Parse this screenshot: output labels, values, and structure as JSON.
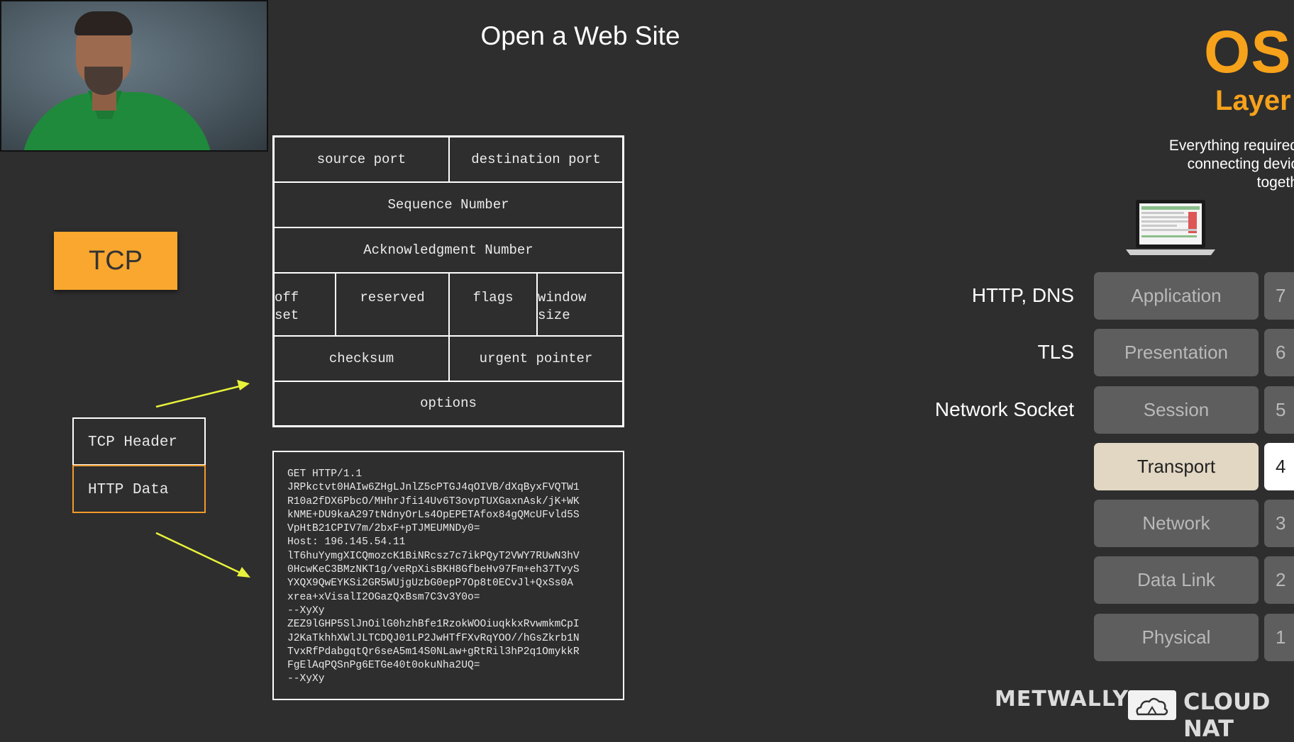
{
  "slide": {
    "title": "Open a Web Site"
  },
  "tcp_label": "TCP",
  "stack": {
    "header_label": "TCP Header",
    "data_label": "HTTP Data"
  },
  "tcp_header_fields": {
    "source_port": "source port",
    "destination_port": "destination port",
    "sequence_number": "Sequence Number",
    "acknowledgment_number": "Acknowledgment Number",
    "offset_line1": "off",
    "offset_line2": "set",
    "reserved": "reserved",
    "flags": "flags",
    "window_line1": "window",
    "window_line2": "size",
    "checksum": "checksum",
    "urgent_pointer": "urgent pointer",
    "options": "options"
  },
  "http_payload": {
    "lines": [
      "GET HTTP/1.1",
      "JRPkctvt0HAIw6ZHgLJnlZ5cPTGJ4qOIVB/dXqByxFVQTW1",
      "R10a2fDX6PbcO/MHhrJfi14Uv6T3ovpTUXGaxnAsk/jK+WK",
      "kNME+DU9kaA297tNdnyOrLs4OpEPETAfox84gQMcUFvld5S",
      "VpHtB21CPIV7m/2bxF+pTJMEUMNDy0=",
      "Host: 196.145.54.11",
      "lT6huYymgXICQmozcK1BiNRcsz7c7ikPQyT2VWY7RUwN3hV",
      "0HcwKeC3BMzNKT1g/veRpXisBKH8GfbeHv97Fm+eh37TvyS",
      "YXQX9QwEYKSi2GR5WUjgUzbG0epP7Op8t0ECvJl+QxSs0A",
      "xrea+xVisalI2OGazQxBsm7C3v3Y0o=",
      "--XyXy",
      "ZEZ9lGHP5SlJnOilG0hzhBfe1RzokWOOiuqkkxRvwmkmCpI",
      "J2KaTkhhXWlJLTCDQJ01LP2JwHTfFXvRqYOO//hGsZkrb1N",
      "TvxRfPdabgqtQr6seA5m14S0NLaw+gRtRil3hP2q1OmykkR",
      "FgElAqPQSnPg6ETGe40t0okuNha2UQ=",
      "--XyXy"
    ]
  },
  "osi": {
    "title": "OSI",
    "subtitle": "Layer",
    "description_lines": [
      "Everything required",
      "connecting devic",
      "togeth"
    ],
    "layers": [
      {
        "protocol": "HTTP, DNS",
        "name": "Application",
        "number": "7",
        "active": false
      },
      {
        "protocol": "TLS",
        "name": "Presentation",
        "number": "6",
        "active": false
      },
      {
        "protocol": "Network Socket",
        "name": "Session",
        "number": "5",
        "active": false
      },
      {
        "protocol": "",
        "name": "Transport",
        "number": "4",
        "active": true
      },
      {
        "protocol": "",
        "name": "Network",
        "number": "3",
        "active": false
      },
      {
        "protocol": "",
        "name": "Data Link",
        "number": "2",
        "active": false
      },
      {
        "protocol": "",
        "name": "Physical",
        "number": "1",
        "active": false
      }
    ]
  },
  "branding": {
    "metwally": "METWALLY",
    "cloud": "CLOUD NAT"
  },
  "colors": {
    "accent_orange": "#f9a72e",
    "osi_orange": "#f7a21b",
    "active_layer": "#e2d7c3",
    "arrow": "#e8f23a"
  }
}
